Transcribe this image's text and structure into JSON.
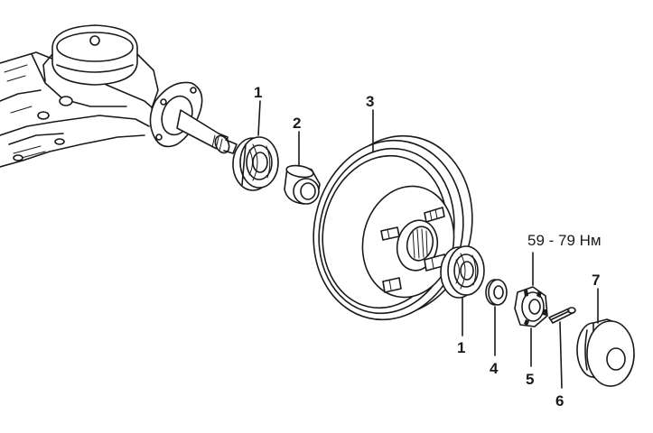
{
  "labels": {
    "bearing_outer": "1",
    "inner_race": "2",
    "brake_drum": "3",
    "bearing_inner": "1",
    "washer": "4",
    "castle_nut": "5",
    "cotter_pin": "6",
    "hub_cap": "7"
  },
  "torque_spec": "59 - 79 Нм"
}
